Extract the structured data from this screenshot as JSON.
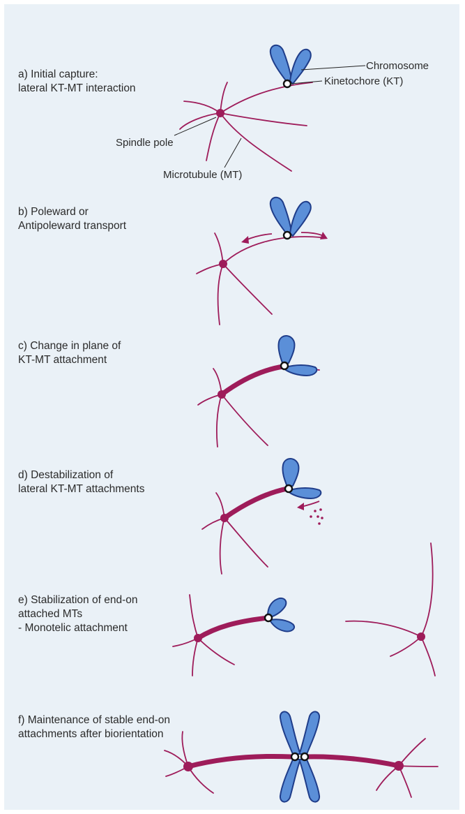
{
  "stages": [
    {
      "id": "a",
      "lines": [
        "a) Initial capture:",
        "lateral KT-MT interaction"
      ]
    },
    {
      "id": "b",
      "lines": [
        "b) Poleward or",
        "Antipoleward transport"
      ]
    },
    {
      "id": "c",
      "lines": [
        "c) Change in plane of",
        "KT-MT attachment"
      ]
    },
    {
      "id": "d",
      "lines": [
        "d) Destabilization of",
        "lateral KT-MT attachments"
      ]
    },
    {
      "id": "e",
      "lines": [
        "e) Stabilization of end-on",
        "attached MTs",
        "- Monotelic attachment"
      ]
    },
    {
      "id": "f",
      "lines": [
        "f) Maintenance of stable end-on",
        "attachments after biorientation"
      ]
    }
  ],
  "annotations": {
    "chromosome": "Chromosome",
    "kinetochore": "Kinetochore (KT)",
    "spindle_pole": "Spindle pole",
    "microtubule": "Microtubule (MT)"
  },
  "colors": {
    "microtubule": "#9e1c5a",
    "chromosome": "#5b8fd8",
    "chromosome_outline": "#1f3d8a",
    "background": "#eaf1f7"
  }
}
